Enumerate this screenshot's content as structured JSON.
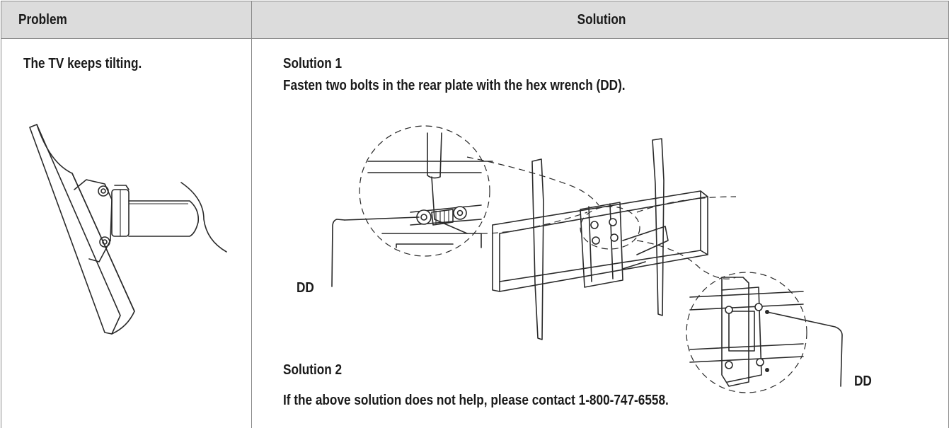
{
  "header": {
    "problem": "Problem",
    "solution": "Solution"
  },
  "problem": {
    "text": "The TV keeps tilting."
  },
  "solution1": {
    "title": "Solution 1",
    "description": "Fasten two bolts in the rear plate with the hex wrench (DD)."
  },
  "solution2": {
    "title": "Solution 2",
    "description": "If the above solution does not help, please contact 1-800-747-6558."
  },
  "labels": {
    "dd_left": "DD",
    "dd_right": "DD"
  }
}
